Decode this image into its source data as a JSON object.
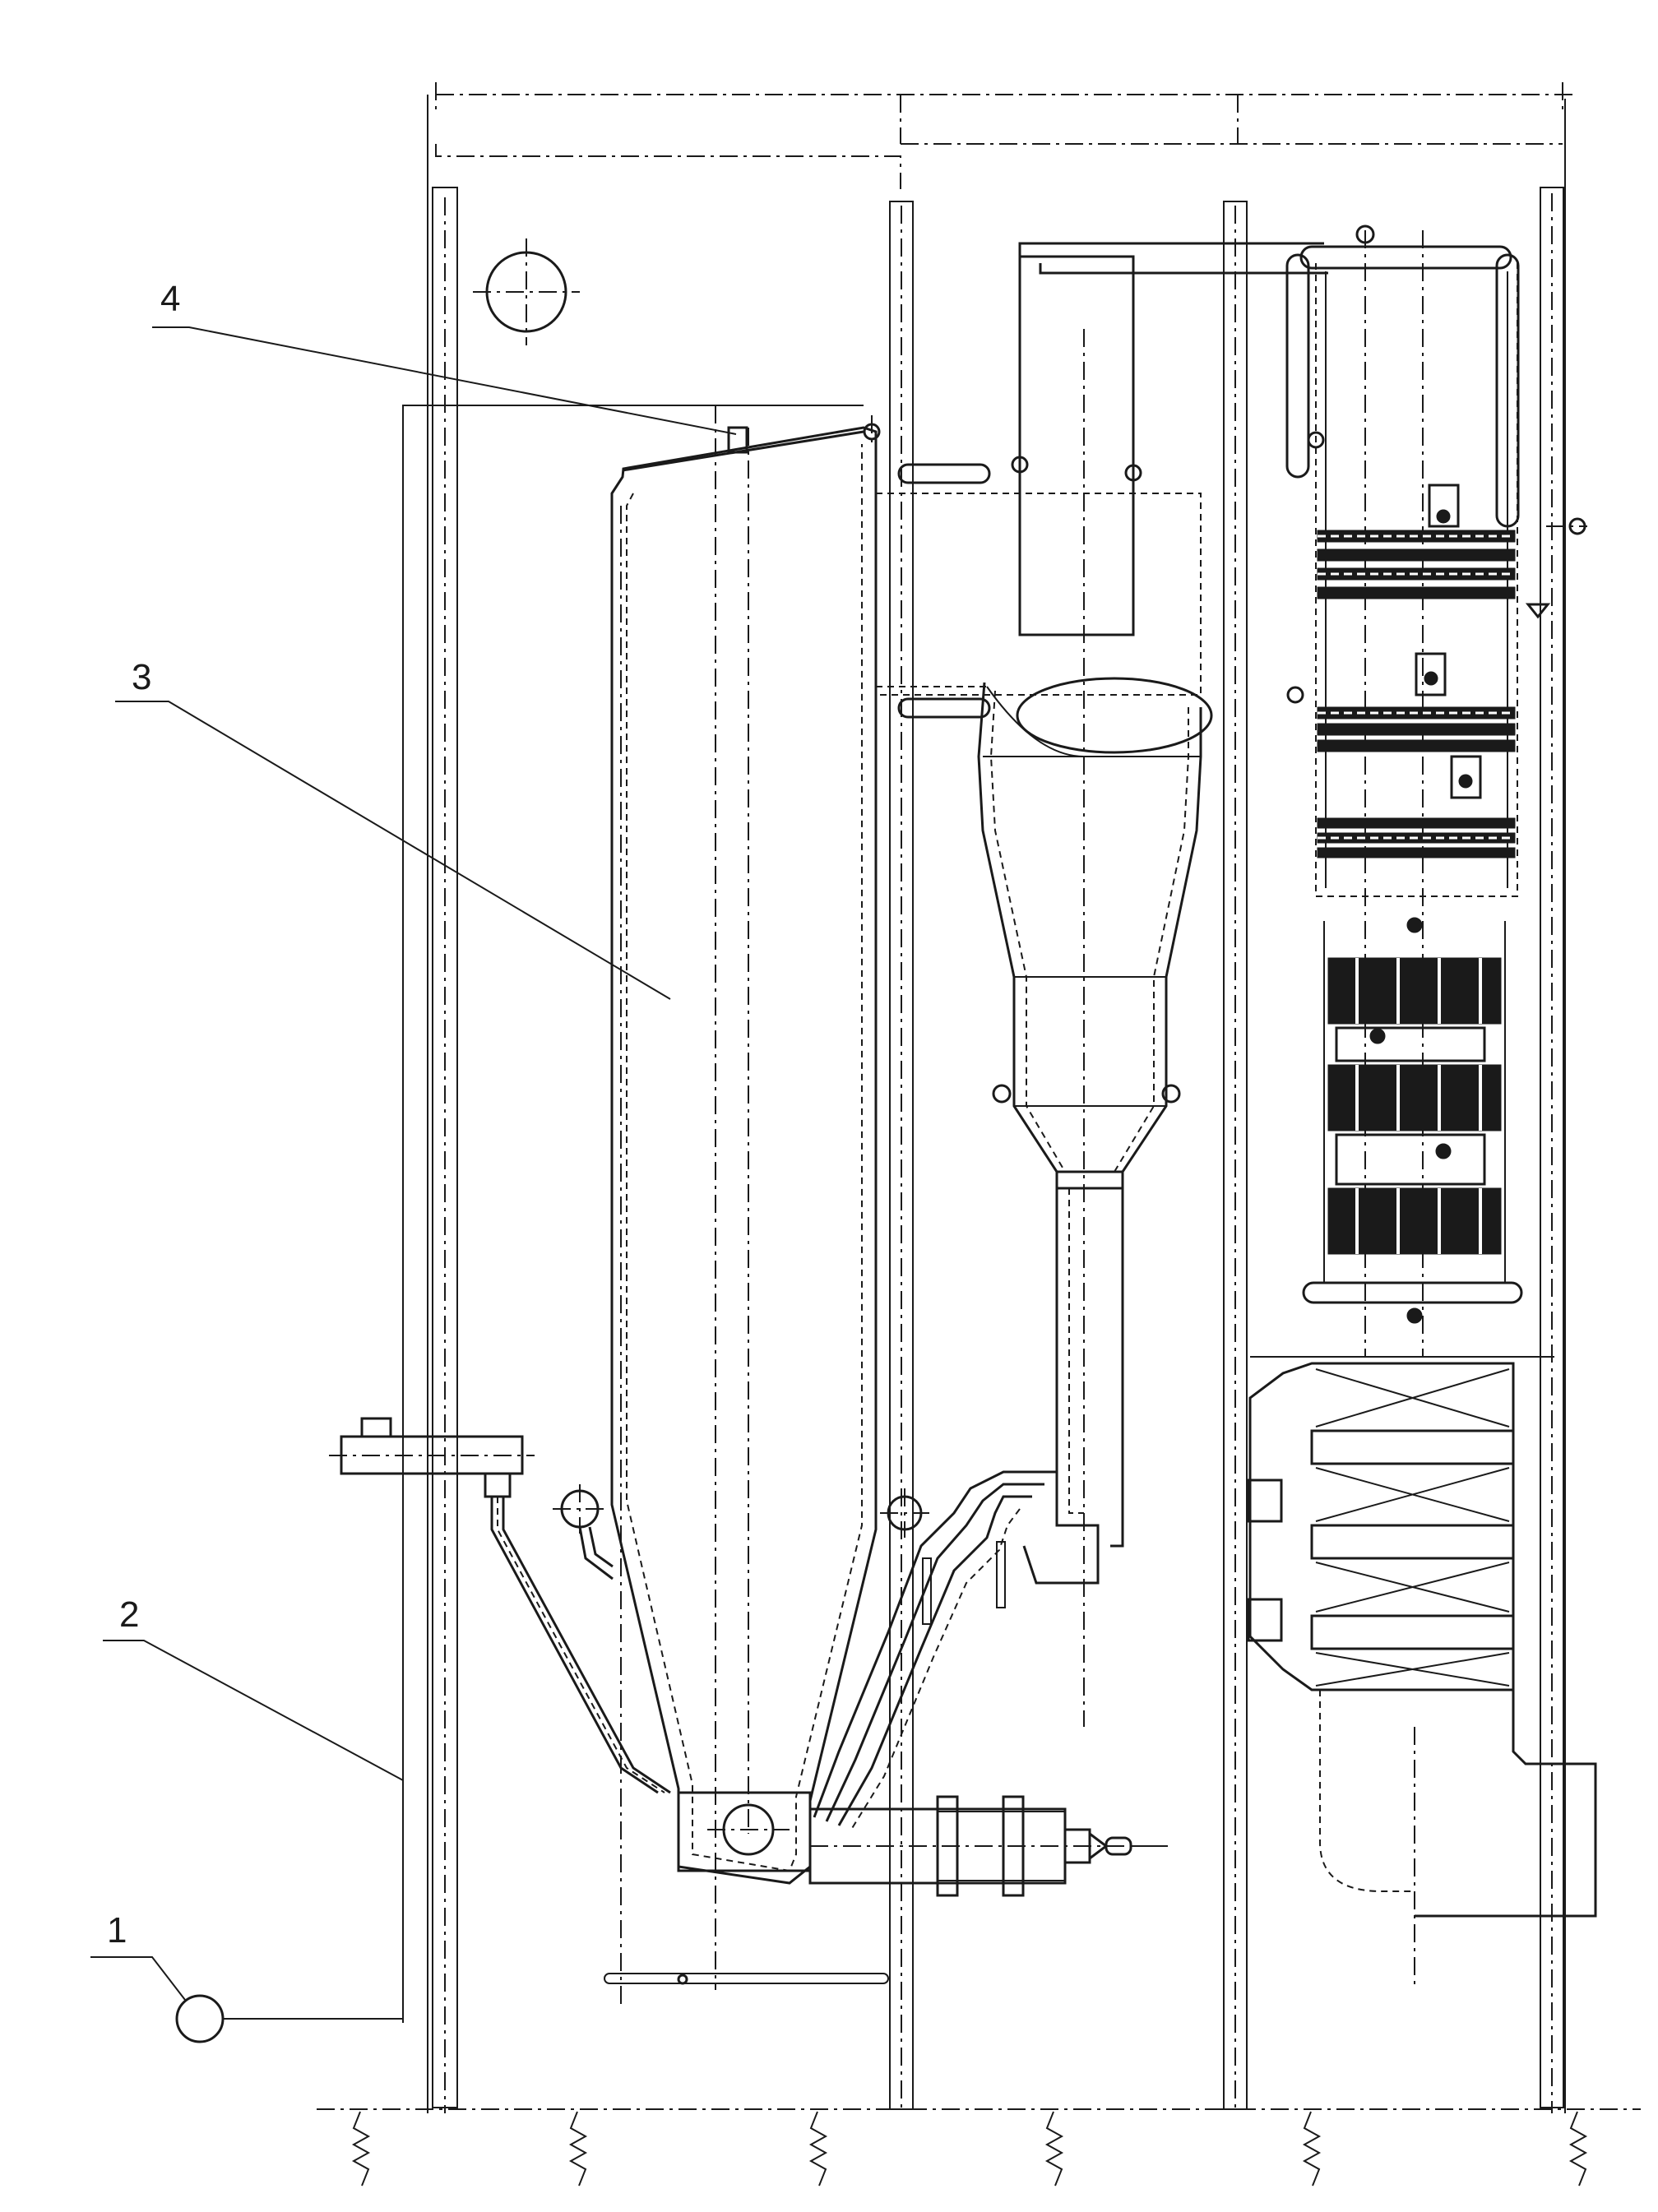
{
  "figure": {
    "labels": [
      {
        "id": "1",
        "text": "1"
      },
      {
        "id": "2",
        "text": "2"
      },
      {
        "id": "3",
        "text": "3"
      },
      {
        "id": "4",
        "text": "4"
      }
    ]
  },
  "colors": {
    "ink": "#1a1a1a",
    "background": "#ffffff"
  }
}
